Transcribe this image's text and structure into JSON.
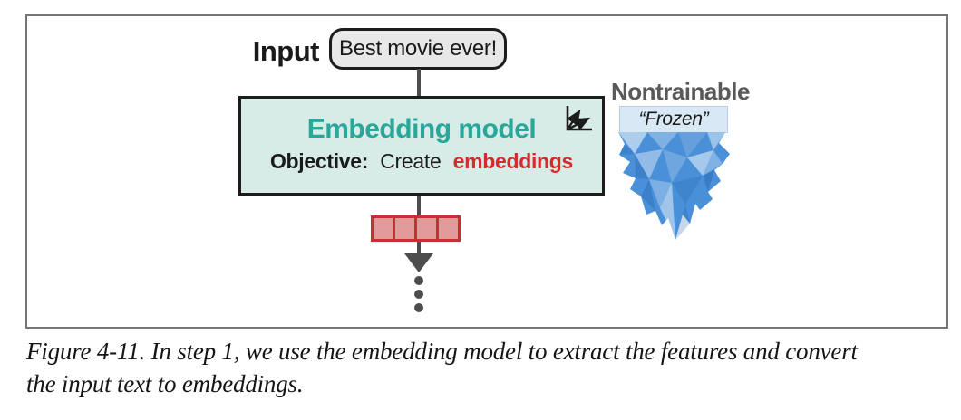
{
  "figure": {
    "input": {
      "label": "Input",
      "text": "Best movie ever!"
    },
    "model": {
      "title": "Embedding model",
      "objective_label": "Objective:",
      "objective_text": "Create",
      "objective_highlight": "embeddings",
      "corner_icon": "vector-axes-icon"
    },
    "nontrainable": {
      "label": "Nontrainable",
      "tag": "“Frozen”",
      "icon": "iceberg-icon"
    },
    "embedding_vector": {
      "cells": 4
    },
    "ellipsis": {
      "dots": 3
    },
    "colors": {
      "model_bg": "#d8ece7",
      "model_title": "#2aa79a",
      "highlight_red": "#d22c2c",
      "cell_fill": "#e29a9a",
      "cell_border": "#c43131",
      "arrow_gray": "#4d4d4d",
      "input_bg": "#e8e8e8",
      "outline_black": "#1c1c1c",
      "frame_gray": "#767676",
      "nontrainable_gray": "#58595b",
      "frozen_bg": "#d9e8f5",
      "iceberg_blue": "#4a90d8"
    }
  },
  "caption": {
    "lines": [
      "Figure 4-11. In step 1, we use the embedding model to extract the features and convert",
      "the input text to embeddings."
    ]
  }
}
